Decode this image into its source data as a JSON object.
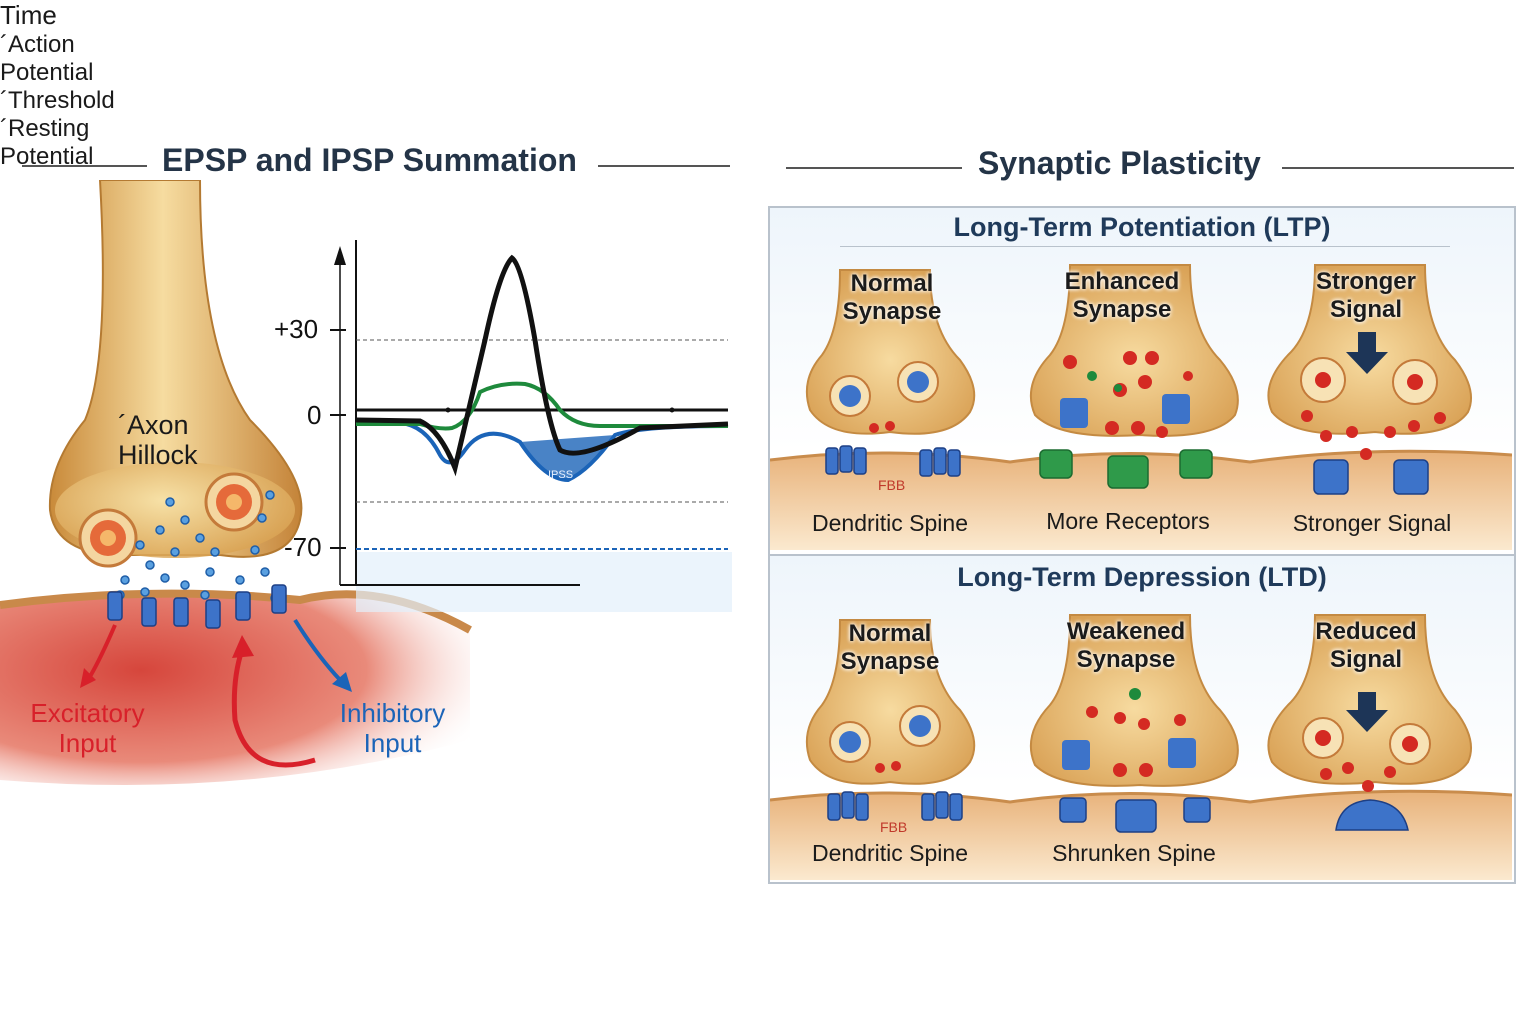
{
  "left": {
    "title": "EPSP and IPSP Summation",
    "axon_hillock": "´Axon\nHillock",
    "excitatory": "Excitatory\nInput",
    "inhibitory": "Inhibitory\nInput",
    "graph": {
      "y_ticks": [
        "+30",
        "0",
        "-70"
      ],
      "x_label": "Time",
      "action_potential": "´Action\nPotential",
      "threshold": "´Threshold",
      "resting": "´Resting\nPotential",
      "ipsp_tag": "IPSS"
    }
  },
  "right": {
    "title": "Synaptic Plasticity",
    "ltp": {
      "title": "Long-Term Potentiation (LTP)",
      "columns": [
        {
          "label": "Normal\nSynapse",
          "bottom": "Dendritic Spine"
        },
        {
          "label": "Enhanced\nSynapse",
          "bottom": "More Receptors"
        },
        {
          "label": "Stronger\nSignal",
          "bottom": "Stronger Signal"
        }
      ]
    },
    "ltd": {
      "title": "Long-Term Depression (LTD)",
      "columns": [
        {
          "label": "Normal\nSynapse",
          "bottom": "Dendritic Spine"
        },
        {
          "label": "Weakened\nSynapse",
          "bottom": "Shrunken Spine"
        },
        {
          "label": "Reduced\nSignal",
          "bottom": ""
        }
      ]
    },
    "spine_tag": "FBB"
  },
  "colors": {
    "terminal": "#e9c07a",
    "excitatory": "#d8202a",
    "inhibitory": "#1b64b8",
    "epsp": "#1e8a3c",
    "receptor": "#3d73c9",
    "vesicle": "#d42a22"
  }
}
